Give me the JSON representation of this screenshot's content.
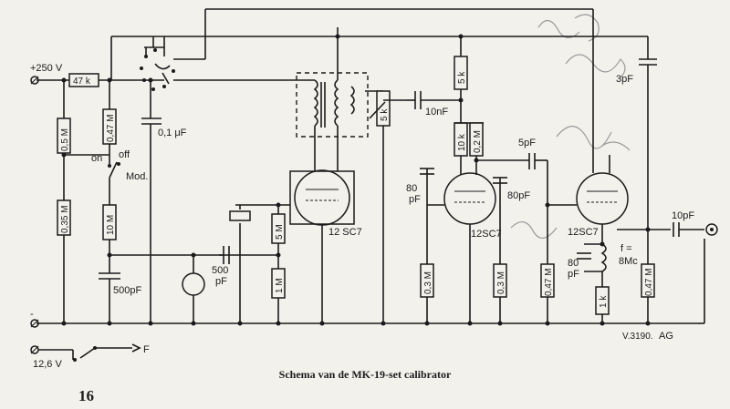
{
  "caption": "Schema van de MK-19-set calibrator",
  "page_number": "16",
  "labels": {
    "plus250": "+250 V",
    "minus": "-",
    "v126": "12,6 V",
    "F": "F",
    "on": "on",
    "off": "off",
    "mod": "Mod.",
    "pf80a": "80",
    "pf80a2": "pF",
    "pf80b": "80pF",
    "pf80c": "80",
    "pf80c2": "pF",
    "pf5": "5pF",
    "pf3": "3pF",
    "pf10": "10pF",
    "pf500": "500",
    "pf500b": "pF",
    "pf500c": "500pF",
    "uf01": "0,1 μF",
    "nf10": "10nF",
    "tube1": "12 SC7",
    "tube2": "12SC7",
    "tube3": "12SC7",
    "fmc": "f =",
    "fmc2": "8Mc",
    "code": "V.3190.",
    "ag": "AG"
  },
  "resistors": {
    "r47k": "47 k",
    "r05m": "0,5 M",
    "r047m_a": "0,47 M",
    "r035m": "0,35 M",
    "r10m": "10 M",
    "r5m": "5 M",
    "r1m": "1 M",
    "r5k": "5 k",
    "r10k": "10 k",
    "r02m": "0,2 M",
    "r03m_a": "0,3 M",
    "r03m_b": "0,3 M",
    "r047m_b": "0,47 M",
    "r1k": "1 k",
    "r047m_c": "0,47 M",
    "r5k_pot": "5 k"
  }
}
